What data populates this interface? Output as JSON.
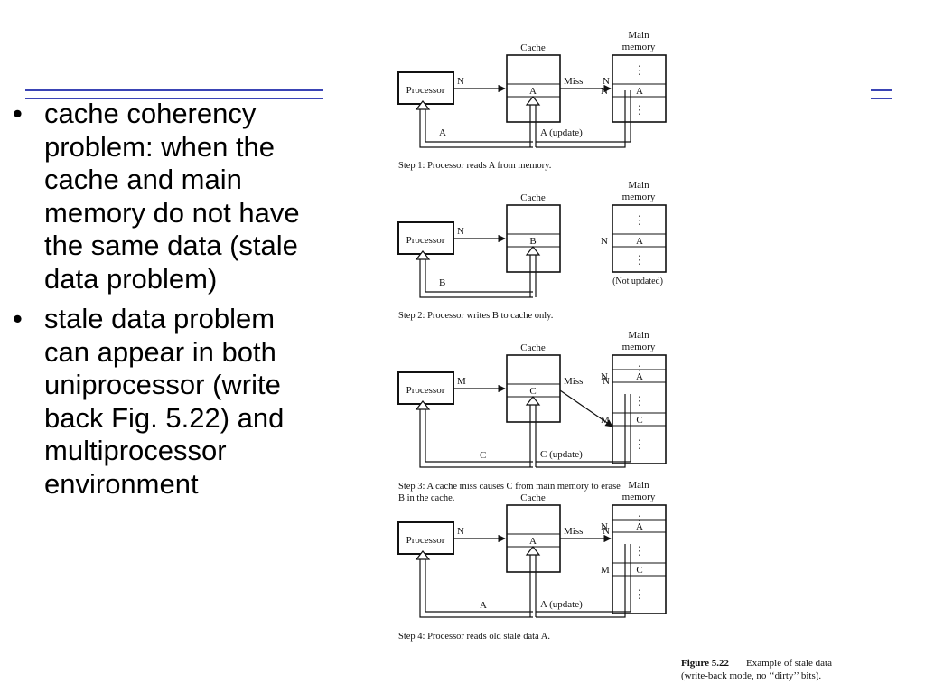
{
  "bullets": [
    {
      "lines": [
        "cache coherency",
        "problem: when the",
        "cache and main",
        "memory do not have",
        "the same data (stale",
        "data problem)"
      ]
    },
    {
      "lines": [
        "stale data problem",
        "can appear in both",
        "uniprocessor (write",
        "back Fig. 5.22) and",
        "multiprocessor",
        "environment"
      ]
    }
  ],
  "bullet_glyph": "•",
  "figure": {
    "labels": {
      "processor": "Processor",
      "cache": "Cache",
      "main_memory_line1": "Main",
      "main_memory_line2": "memory",
      "miss": "Miss",
      "vdots": "⋮",
      "not_updated": "(Not updated)"
    },
    "steps": [
      {
        "caption_lines": [
          "Step 1: Processor reads A from memory."
        ],
        "proc_tag": "N",
        "cache_block": "A",
        "cache_update": "A (update)",
        "return_label": "A",
        "memory_rows": [
          {
            "tag": "N",
            "value": "A"
          }
        ]
      },
      {
        "caption_lines": [
          "Step 2: Processor writes B to cache only."
        ],
        "proc_tag": "N",
        "cache_block": "B",
        "return_label": "B",
        "memory_rows": [
          {
            "tag": "N",
            "value": "A"
          }
        ]
      },
      {
        "caption_lines": [
          "Step 3: A cache miss causes C from main memory to erase",
          "B in the cache."
        ],
        "proc_tag": "M",
        "cache_block": "C",
        "cache_update": "C (update)",
        "return_label": "C",
        "memory_rows": [
          {
            "tag": "N",
            "value": "A"
          },
          {
            "tag": "M",
            "value": "C"
          }
        ]
      },
      {
        "caption_lines": [
          "Step 4: Processor reads old stale data A."
        ],
        "proc_tag": "N",
        "cache_block": "A",
        "cache_update": "A (update)",
        "return_label": "A",
        "memory_rows": [
          {
            "tag": "N",
            "value": "A"
          },
          {
            "tag": "M",
            "value": "C"
          }
        ]
      }
    ],
    "figure_caption": {
      "number": "Figure 5.22",
      "line1": "Example of stale data",
      "line2": "(write-back mode, no ‘‘dirty’’ bits)."
    }
  }
}
